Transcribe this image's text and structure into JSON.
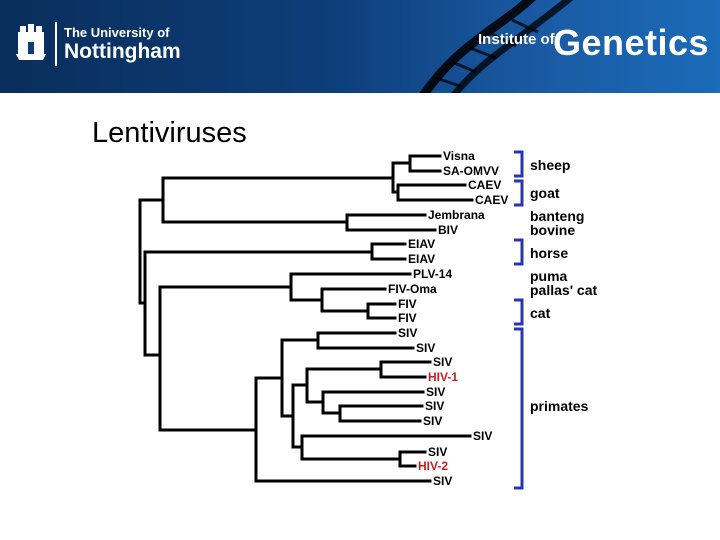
{
  "header": {
    "university_line1": "The University of",
    "university_line2": "Nottingham",
    "institute_prefix": "Institute of",
    "institute_name": "Genetics",
    "brand_colors": {
      "background": "#0d3d78",
      "text": "#ffffff"
    }
  },
  "slide": {
    "title": "Lentiviruses"
  },
  "tree": {
    "leaves": [
      "Visna",
      "SA-OMVV",
      "CAEV",
      "CAEV",
      "Jembrana",
      "BIV",
      "EIAV",
      "EIAV",
      "PLV-14",
      "FIV-Oma",
      "FIV",
      "FIV",
      "SIV",
      "SIV",
      "SIV",
      "HIV-1",
      "SIV",
      "SIV",
      "SIV",
      "SIV",
      "SIV",
      "HIV-2",
      "SIV"
    ],
    "highlight_color": "#c81e1e",
    "highlighted": [
      "HIV-1",
      "HIV-2"
    ]
  },
  "hosts": [
    "sheep",
    "goat",
    "banteng",
    "bovine",
    "horse",
    "puma",
    "pallas' cat",
    "cat",
    "primates"
  ],
  "bracket_color": "#2a35b0"
}
